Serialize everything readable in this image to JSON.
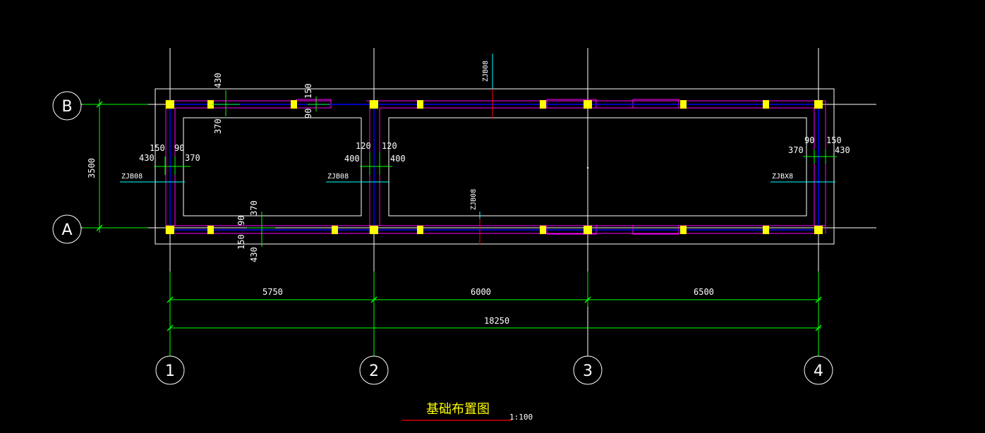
{
  "colors": {
    "background": "#000000",
    "axis_line": "#ffffff",
    "dimension": "#00ff00",
    "wall": "#ff00ff",
    "beam": "#0000ff",
    "column": "#ffff00",
    "section_marker": "#00ffff",
    "title": "#ffff00",
    "title_underline": "#ff0000"
  },
  "axes": {
    "columns": [
      "1",
      "2",
      "3",
      "4"
    ],
    "rows": [
      "B",
      "A"
    ]
  },
  "dimensions": {
    "spans": [
      "5750",
      "6000",
      "6500"
    ],
    "total": "18250",
    "row_spacing": "3500"
  },
  "wall_dims": {
    "top_left_430": "430",
    "top_left_370": "370",
    "top_mid_150": "150",
    "top_mid_90": "90",
    "left_150": "150",
    "left_90": "90",
    "left_430": "430",
    "left_370": "370",
    "mid_120a": "120",
    "mid_120b": "120",
    "mid_400a": "400",
    "mid_400b": "400",
    "right_90": "90",
    "right_150": "150",
    "right_370": "370",
    "right_430": "430",
    "bottom_370": "370",
    "bottom_90": "90",
    "bottom_150": "150",
    "bottom_430": "430"
  },
  "section_labels": {
    "left": "ZJB08",
    "middle": "ZJB08",
    "right": "ZJBX8",
    "top": "ZJB08",
    "bottom": "ZJB08"
  },
  "title": {
    "text": "基础布置图",
    "scale": "1:100"
  }
}
